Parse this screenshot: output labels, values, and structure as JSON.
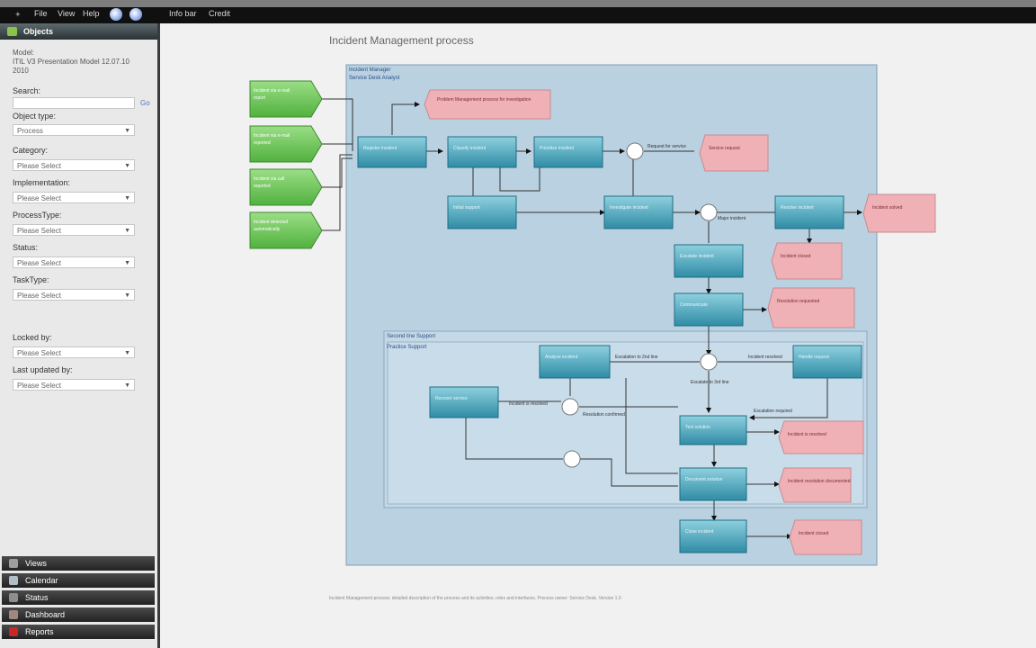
{
  "topbar": {
    "items": [
      "File",
      "View",
      "Help",
      "Info bar",
      "Credit"
    ]
  },
  "sidebar": {
    "header": "Objects",
    "model_label": "Model:",
    "model_name": "ITIL V3 Presentation Model 12.07.10 2010",
    "search_label": "Search:",
    "search_go": "Go",
    "filters": [
      {
        "label": "Object type:",
        "value": "Process"
      },
      {
        "label": "Category:",
        "value": "Please Select"
      },
      {
        "label": "Implementation:",
        "value": "Please Select"
      },
      {
        "label": "ProcessType:",
        "value": "Please Select"
      },
      {
        "label": "Status:",
        "value": "Please Select"
      },
      {
        "label": "TaskType:",
        "value": "Please Select"
      },
      {
        "label": "Locked by:",
        "value": "Please Select"
      },
      {
        "label": "Last updated by:",
        "value": "Please Select"
      }
    ],
    "nav": [
      {
        "label": "Views",
        "color": "#9e9e9e"
      },
      {
        "label": "Calendar",
        "color": "#b0bec5"
      },
      {
        "label": "Status",
        "color": "#8d8d8d"
      },
      {
        "label": "Dashboard",
        "color": "#a1887f"
      },
      {
        "label": "Reports",
        "color": "#c62828"
      }
    ]
  },
  "main": {
    "page_title": "Incident Management process",
    "footnote": "Incident Management process: detailed description of the process and its activities, roles and interfaces. Process owner: Service Desk. Version 1.0"
  },
  "diagram": {
    "pool_title": "Incident Manager",
    "lane_title": "Service Desk Analyst",
    "sublane_title": "Second line Support",
    "sublane2_title": "Practice Support",
    "inputs": [
      {
        "text": "Incident via e-mail",
        "sub": "report"
      },
      {
        "text": "Incident via e-mail",
        "sub": "reported"
      },
      {
        "text": "Incident via call",
        "sub": "reported"
      },
      {
        "text": "Incident detected",
        "sub": "automatically"
      }
    ],
    "tasks": [
      "Register incident",
      "Classify incident",
      "Prioritize incident",
      "Initial support",
      "Investigate incident",
      "Resolve incident",
      "Escalate incident",
      "Communicate",
      "Analyse incident",
      "Handle request",
      "Recover service",
      "Test solution",
      "Document solution",
      "Close incident"
    ],
    "events": [
      "Problem Management process for investigation",
      "Service request",
      "Incident solved",
      "Incident closed",
      "Resolution requested",
      "Incident is resolved",
      "Incident resolution documented",
      "Incident closed"
    ],
    "labels": [
      "Request for service",
      "Major incident",
      "Escalation to 2nd line",
      "Incident resolved",
      "Escalate to 3rd line",
      "Incident is resolved",
      "Resolution confirmed",
      "Escalation required"
    ],
    "colors": {
      "input": "#63c24e",
      "task": "#3f9fb5",
      "event": "#efb1b5",
      "pool": "#b7d0e0",
      "sublane": "#c3d7e5"
    }
  }
}
